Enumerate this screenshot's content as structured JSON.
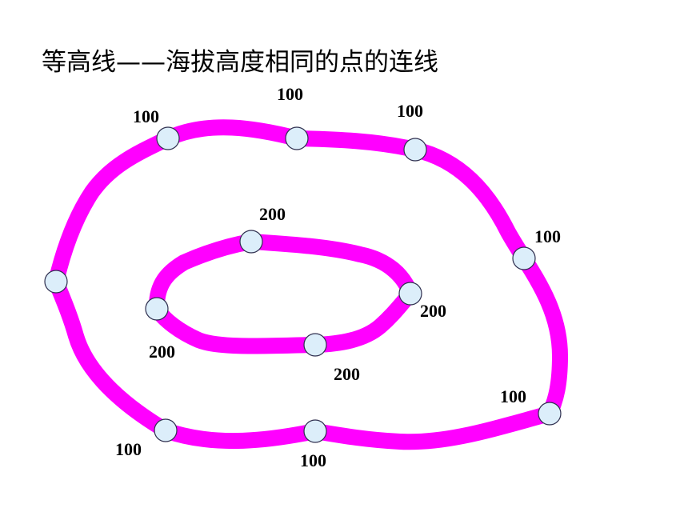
{
  "title": "等高线——海拔高度相同的点的连线",
  "contour_color": "#ff00ff",
  "point_fill": "#dceefa",
  "outer_contour": {
    "points": [
      {
        "label": "100"
      },
      {
        "label": "100"
      },
      {
        "label": "100"
      },
      {
        "label": "100"
      },
      {
        "label": "100"
      },
      {
        "label": "100"
      },
      {
        "label": "100"
      },
      {
        "label": ""
      }
    ]
  },
  "inner_contour": {
    "points": [
      {
        "label": "200"
      },
      {
        "label": "200"
      },
      {
        "label": "200"
      },
      {
        "label": "200"
      }
    ]
  }
}
